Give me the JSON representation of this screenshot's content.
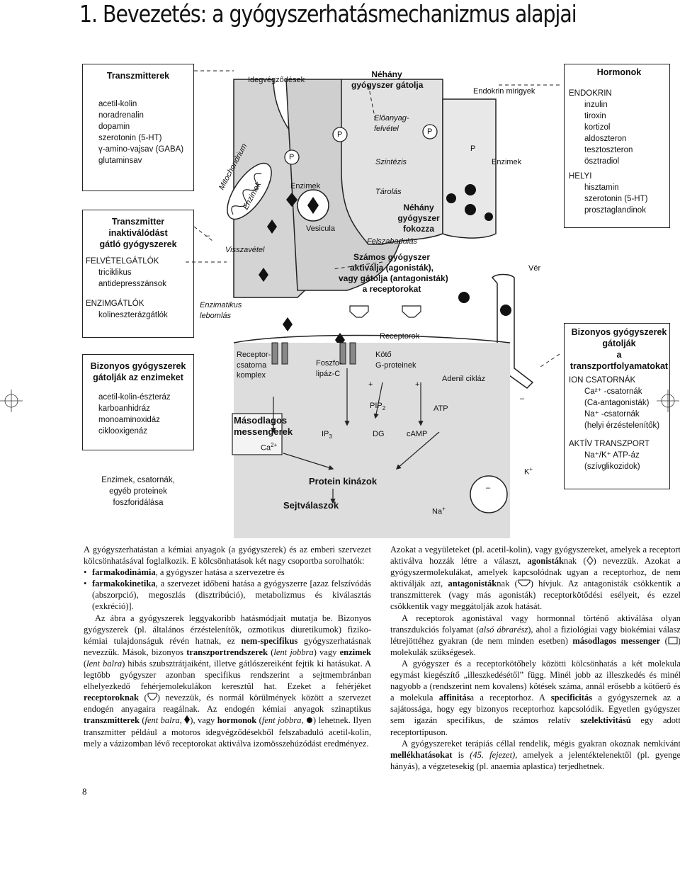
{
  "title": "1. Bevezetés: a gyógyszerhatásmechanizmus alapjai",
  "left": {
    "transmitters_title": "Transzmitterek",
    "transmitters": [
      "acetil-kolin",
      "noradrenalin",
      "dopamin",
      "szerotonin (5-HT)",
      "γ-amino-vajsav (GABA)",
      "glutaminsav"
    ],
    "inact_title": [
      "Transzmitter",
      "inaktiválódást",
      "gátló gyógyszerek"
    ],
    "reuptake_title": "FELVÉTELGÁTLÓK",
    "reuptake_items": [
      "triciklikus",
      "antidepresszánsok"
    ],
    "enzinh_title": "ENZIMGÁTLÓK",
    "enzinh_items": [
      "kolineszterázgátlók"
    ],
    "enzyme_box_title": [
      "Bizonyos gyógyszerek",
      "gátolják az enzimeket"
    ],
    "enzyme_items": [
      "acetil-kolin-észteráz",
      "karboanhidráz",
      "monoaminoxidáz",
      "ciklooxigenáz"
    ],
    "phospho": [
      "Enzimek, csatornák,",
      "egyéb proteinek",
      "foszforidálása"
    ]
  },
  "diagram": {
    "nerve_endings": "Idegvégződések",
    "mitochondrium": "Mitochondrium",
    "enzymes_in_mito": "Enzimek",
    "enzymes": "Enzimek",
    "vesicula": "Vesicula",
    "reuptake": "Visszavétel",
    "enzymatic_breakdown": [
      "Enzimatikus",
      "lebomlás"
    ],
    "some_drugs_inhibit": [
      "Néhány",
      "gyógyszer gátolja"
    ],
    "precursor_uptake": [
      "Előanyag-",
      "felvétel"
    ],
    "synthesis": "Szintézis",
    "storage": "Tárolás",
    "some_drugs_enhance": [
      "Néhány",
      "gyógyszer",
      "fokozza"
    ],
    "release": "Felszabadulás",
    "many_drugs": [
      "Számos gyógyszer",
      "aktiválja (agonisták),",
      "vagy gátolja (antagonisták)",
      "a receptorokat"
    ],
    "receptors": "Receptorok",
    "g_binding": [
      "Kötő",
      "G-proteinek"
    ],
    "receptor_channel": [
      "Receptor-",
      "csatorna",
      "komplex"
    ],
    "phospholipase": [
      "Foszfo-",
      "lipáz-C"
    ],
    "adenylyl_cyclase": "Adenil cikláz",
    "pip2": "PIP",
    "pip2_sub": "2",
    "atp": "ATP",
    "second_messengers": [
      "Másodlagos",
      "messengerek"
    ],
    "ca": "Ca",
    "ca_sup": "2+",
    "ip3": "IP",
    "ip3_sub": "3",
    "dg": "DG",
    "camp": "cAMP",
    "protein_kinases": "Protein kinázok",
    "cell_responses": "Sejtválaszok",
    "endocrine": "Endokrin mirigyek",
    "endo_enzymes": "Enzimek",
    "blood": "Vér",
    "p": "P",
    "na": "Na",
    "na_sup": "+",
    "k": "K",
    "k_sup": "+",
    "plus": "+",
    "minus": "–"
  },
  "right": {
    "hormones_title": "Hormonok",
    "endocrine_title": "ENDOKRIN",
    "endocrine_items": [
      "inzulin",
      "tiroxin",
      "kortizol",
      "aldoszteron",
      "tesztoszteron",
      "ösztradiol"
    ],
    "local_title": "HELYI",
    "local_items": [
      "hisztamin",
      "szerotonin (5-HT)",
      "prosztaglandinok"
    ],
    "transport_box_title": [
      "Bizonyos gyógyszerek",
      "gátolják",
      "a transzportfolyamatokat"
    ],
    "ion_title": "ION CSATORNÁK",
    "ion_items": [
      "Ca²⁺ -csatornák",
      "(Ca-antagonisták)",
      "Na⁺ -csatornák",
      "(helyi érzéstelenítők)"
    ],
    "active_title": "AKTÍV TRANSZPORT",
    "active_items": [
      "Na⁺/K⁺ ATP-áz",
      "(szívglikozidok)"
    ]
  },
  "text": {
    "left_col": [
      {
        "type": "p",
        "noindent": true,
        "html": "A gyógyszerhatástan a kémiai anyagok (a gyógyszerek) és az emberi szervezet kölcsönhatásával foglalkozik. E kölcsönhatások két nagy csoportba sorolhatók:"
      },
      {
        "type": "li",
        "html": "<b>farmakodinámia</b>, a gyógyszer hatása a szervezetre és"
      },
      {
        "type": "li",
        "html": "<b>farmakokinetika</b>, a szervezet időbeni hatása a gyógyszerre [azaz felszívódás (abszorpció), megoszlás (disztribúció), metabolizmus és kiválasztás (exkréció)]."
      },
      {
        "type": "p",
        "html": "Az ábra a gyógyszerek leggyakoribb hatásmódjait mutatja be. Bizonyos gyógyszerek (pl. általános érzéstelenítők, ozmotikus diuretikumok) fiziko-kémiai tulajdonságuk révén hatnak, ez <b>nem-specifikus</b> gyógyszerhatásnak nevezzük. Mások, bizonyos <b>transzportrendszerek</b> (<i>lent jobbra</i>) vagy <b>enzimek</b> (<i>lent balra</i>) hibás szubsztrátjaiként, illetve gátlószereiként fejtik ki hatásukat. A legtöbb gyógyszer azonban specifikus rendszerint a sejtmembránban elhelyezkedő fehérjemolekulákon keresztül hat. Ezeket a fehérjéket <b>receptoroknak</b> (<span class='ico-rec'></span>) nevezzük, és normál körülmények között a szervezet endogén anyagaira reagálnak. Az endogén kémiai anyagok szinaptikus <b>transzmitterek</b> (<i>fent balra</i>, <span class='ico-dia'></span>), vagy <b>hormonok</b> (<i>fent jobbra</i>, <span class='ico-dot'></span>) lehetnek. Ilyen transzmitter például a motoros idegvégződésekből felszabaduló acetil-kolin, mely a vázizomban lévő receptorokat aktiválva izomösszehúzódást eredményez."
      }
    ],
    "right_col": [
      {
        "type": "p",
        "noindent": true,
        "html": "Azokat a vegyületeket (pl. acetil-kolin), vagy gyógyszereket, amelyek a receptort aktiválva hozzák létre a választ, <b>agonisták</b>nak (<span class='ico-dia2'></span>) nevezzük. Azokat a gyógyszermolekulákat, amelyek kapcsolódnak ugyan a receptorhoz, de nem aktiválják azt, <b>antagonisták</b>nak (<span class='ico-ant'></span>) hívjuk. Az antagonisták csökkentik a transzmitterek (vagy más agonisták) receptorkötődési esélyeit, és ezzel csökkentik vagy meggátolják azok hatását."
      },
      {
        "type": "p",
        "html": "A receptorok agonistával vagy hormonnal történő aktiválása olyan transzdukciós folyamat (<i>alsó ábrarész</i>), ahol a fiziológiai vagy biokémiai válasz létrejöttéhez gyakran (de nem minden esetben) <b>másodlagos messenger</b> (<span class='ico-box'></span>) molekulák szükségesek."
      },
      {
        "type": "p",
        "html": "A gyógyszer és a receptorkötőhely közötti kölcsönhatás a két molekula egymást kiegészítő „illeszkedésétől” függ. Minél jobb az illeszkedés és minél nagyobb a (rendszerint nem kovalens) kötések száma, annál erősebb a kötőerő és a molekula <b>affinitás</b>a a receptorhoz. A <b>specificitás</b> a gyógyszernek az a sajátossága, hogy egy bizonyos receptorhoz kapcsolódik. Egyetlen gyógyszer sem igazán specifikus, de számos relatív <b>szelektivitású</b> egy adott receptortípuson."
      },
      {
        "type": "p",
        "html": "A gyógyszereket terápiás céllal rendelik, mégis gyakran okoznak nemkívánt <b>mellékhatásokat</b> is <i>(45. fejezet)</i>, amelyek a jelentéktelenektől (pl. gyenge hányás), a végzetesekig (pl. anaemia aplastica) terjedhetnek."
      }
    ]
  },
  "page_number": "8"
}
